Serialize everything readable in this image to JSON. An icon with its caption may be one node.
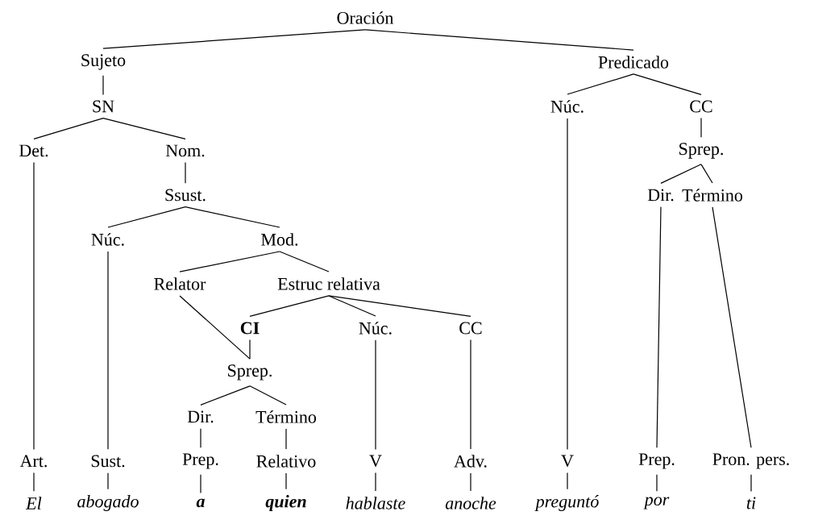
{
  "diagram": {
    "nodes": [
      {
        "text": [
          "Oración"
        ]
      },
      {
        "text": [
          "Sujeto"
        ]
      },
      {
        "text": [
          "Predicado"
        ]
      },
      {
        "text": [
          "SN"
        ]
      },
      {
        "text": [
          "Núc."
        ]
      },
      {
        "text": [
          "CC"
        ]
      },
      {
        "text": [
          "Det."
        ]
      },
      {
        "text": [
          "Nom."
        ]
      },
      {
        "text": [
          "Sprep."
        ]
      },
      {
        "text": [
          "Ssust."
        ]
      },
      {
        "text": [
          "Dir."
        ]
      },
      {
        "text": [
          "Término"
        ]
      },
      {
        "text": [
          "Núc."
        ]
      },
      {
        "text": [
          "Mod."
        ]
      },
      {
        "text": [
          "Relator"
        ]
      },
      {
        "text": [
          "Estruc relativa"
        ]
      },
      {
        "text": [
          "CI"
        ]
      },
      {
        "text": [
          "Núc."
        ]
      },
      {
        "text": [
          "CC"
        ]
      },
      {
        "text": [
          "Sprep."
        ]
      },
      {
        "text": [
          "Dir."
        ]
      },
      {
        "text": [
          "Término"
        ]
      },
      {
        "text": [
          "Art."
        ]
      },
      {
        "text": [
          "Sust."
        ]
      },
      {
        "text": [
          "Prep."
        ]
      },
      {
        "text": [
          "Relativo"
        ]
      },
      {
        "text": [
          "V"
        ]
      },
      {
        "text": [
          "Adv."
        ]
      },
      {
        "text": [
          "V"
        ]
      },
      {
        "text": [
          "Prep."
        ]
      },
      {
        "text": [
          "Pron. pers."
        ]
      },
      {
        "text": [
          "El"
        ]
      },
      {
        "text": [
          "abogado"
        ]
      },
      {
        "text": [
          "a"
        ]
      },
      {
        "text": [
          "quien"
        ]
      },
      {
        "text": [
          "hablaste"
        ]
      },
      {
        "text": [
          "anoche"
        ]
      },
      {
        "text": [
          "preguntó"
        ]
      },
      {
        "text": [
          "por"
        ]
      },
      {
        "text": [
          "ti"
        ]
      }
    ],
    "edges": [
      {
        "from": 0,
        "to": 1,
        "arrow": "none"
      },
      {
        "from": 0,
        "to": 2,
        "arrow": "none"
      },
      {
        "from": 1,
        "to": 3,
        "arrow": "none"
      },
      {
        "from": 2,
        "to": 4,
        "arrow": "none"
      },
      {
        "from": 2,
        "to": 5,
        "arrow": "none"
      },
      {
        "from": 3,
        "to": 6,
        "arrow": "none"
      },
      {
        "from": 3,
        "to": 7,
        "arrow": "none"
      },
      {
        "from": 5,
        "to": 8,
        "arrow": "none"
      },
      {
        "from": 7,
        "to": 9,
        "arrow": "none"
      },
      {
        "from": 8,
        "to": 10,
        "arrow": "none"
      },
      {
        "from": 8,
        "to": 11,
        "arrow": "none"
      },
      {
        "from": 9,
        "to": 12,
        "arrow": "none"
      },
      {
        "from": 9,
        "to": 13,
        "arrow": "none"
      },
      {
        "from": 13,
        "to": 14,
        "arrow": "none"
      },
      {
        "from": 13,
        "to": 15,
        "arrow": "none"
      },
      {
        "from": 15,
        "to": 16,
        "arrow": "none"
      },
      {
        "from": 15,
        "to": 17,
        "arrow": "none"
      },
      {
        "from": 15,
        "to": 18,
        "arrow": "none"
      },
      {
        "from": 14,
        "to": 19,
        "arrow": "none"
      },
      {
        "from": 16,
        "to": 19,
        "arrow": "none"
      },
      {
        "from": 19,
        "to": 20,
        "arrow": "none"
      },
      {
        "from": 19,
        "to": 21,
        "arrow": "none"
      },
      {
        "from": 6,
        "to": 22,
        "arrow": "none"
      },
      {
        "from": 12,
        "to": 23,
        "arrow": "none"
      },
      {
        "from": 20,
        "to": 24,
        "arrow": "none"
      },
      {
        "from": 21,
        "to": 25,
        "arrow": "none"
      },
      {
        "from": 17,
        "to": 26,
        "arrow": "none"
      },
      {
        "from": 18,
        "to": 27,
        "arrow": "none"
      },
      {
        "from": 4,
        "to": 28,
        "arrow": "none"
      },
      {
        "from": 10,
        "to": 29,
        "arrow": "none"
      },
      {
        "from": 11,
        "to": 30,
        "arrow": "none"
      },
      {
        "from": 22,
        "to": 31,
        "arrow": "none"
      },
      {
        "from": 23,
        "to": 32,
        "arrow": "none"
      },
      {
        "from": 24,
        "to": 33,
        "arrow": "none"
      },
      {
        "from": 25,
        "to": 34,
        "arrow": "none"
      },
      {
        "from": 26,
        "to": 35,
        "arrow": "none"
      },
      {
        "from": 27,
        "to": 36,
        "arrow": "none"
      },
      {
        "from": 28,
        "to": 37,
        "arrow": "none"
      },
      {
        "from": 29,
        "to": 38,
        "arrow": "none"
      },
      {
        "from": 30,
        "to": 39,
        "arrow": "none"
      }
    ]
  }
}
